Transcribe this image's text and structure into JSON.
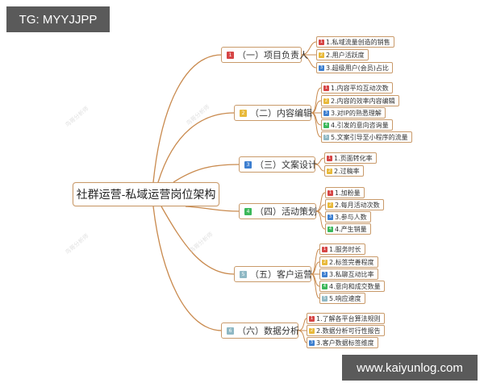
{
  "overlay": {
    "tg_label": "TG: MYYJJPP",
    "site_label": "www.kaiyunlog.com"
  },
  "colors": {
    "line": "#c98a4e",
    "border": "#c99a6a",
    "badge_1": "#d64545",
    "badge_2": "#e8b93a",
    "badge_3": "#3d7fd0",
    "badge_4": "#3cb85a",
    "badge_5": "#8fb8c4",
    "badge_6": "#8fb8c4"
  },
  "watermark": "鸟哥分析师",
  "mindmap": {
    "root": "社群运营-私域运营岗位架构",
    "branches": [
      {
        "num": "1",
        "label": "（一）项目负责人",
        "children": [
          {
            "num": "1",
            "label": "1.私域流量创造的销售"
          },
          {
            "num": "2",
            "label": "2.用户活跃度"
          },
          {
            "num": "3",
            "label": "3.超级用户(会员)占比"
          }
        ]
      },
      {
        "num": "2",
        "label": "（二）内容编辑",
        "children": [
          {
            "num": "1",
            "label": "1.内容平均互动次数"
          },
          {
            "num": "2",
            "label": "2.内容的效率内容编辑"
          },
          {
            "num": "3",
            "label": "3.对IP的熟悉理解"
          },
          {
            "num": "4",
            "label": "4.引发的意向咨询量"
          },
          {
            "num": "5",
            "label": "5.文案引导至小程序的流量"
          }
        ]
      },
      {
        "num": "3",
        "label": "（三）文案设计",
        "children": [
          {
            "num": "1",
            "label": "1.页面转化率"
          },
          {
            "num": "2",
            "label": "2.过稿率"
          }
        ]
      },
      {
        "num": "4",
        "label": "（四）活动策划",
        "children": [
          {
            "num": "1",
            "label": "1.加粉量"
          },
          {
            "num": "2",
            "label": "2.每月活动次数"
          },
          {
            "num": "3",
            "label": "3.参与人数"
          },
          {
            "num": "4",
            "label": "4.产生销量"
          }
        ]
      },
      {
        "num": "5",
        "label": "（五）客户运营",
        "children": [
          {
            "num": "1",
            "label": "1.服务时长"
          },
          {
            "num": "2",
            "label": "2.标签完善程度"
          },
          {
            "num": "3",
            "label": "3.私聊互动比率"
          },
          {
            "num": "4",
            "label": "4.意向和成交数量"
          },
          {
            "num": "5",
            "label": "5.响应速度"
          }
        ]
      },
      {
        "num": "6",
        "label": "（六）数据分析",
        "children": [
          {
            "num": "1",
            "label": "1.了解各平台算法规则"
          },
          {
            "num": "2",
            "label": "2.数据分析可行性报告"
          },
          {
            "num": "3",
            "label": "3.客户数据标签维度"
          }
        ]
      }
    ]
  }
}
